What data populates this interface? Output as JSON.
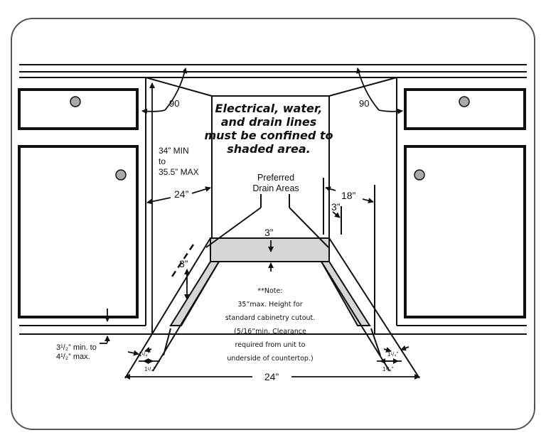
{
  "diagram": {
    "title_lines": [
      "Electrical, water,",
      "and drain lines",
      "must be confined to",
      "shaded area."
    ],
    "drain_label_lines": [
      "Preferred",
      "Drain Areas"
    ],
    "angle_left": "90",
    "angle_right": "90",
    "height_lines": [
      "34” MIN",
      "to",
      "35.5” MAX"
    ],
    "width_left": "24”",
    "width_right": "18”",
    "offset_right_small": "3”",
    "shaded_depth": "3”",
    "side_depth": "3”",
    "toe_kick_lines": [
      "3¹/₂” min. to",
      "4¹/₂” max."
    ],
    "note_lines": [
      "**Note:",
      "35”max. Height for",
      "standard cabinetry cutout.",
      "(5/16”min. Clearance",
      "required from unit to",
      "underside of countertop.)"
    ],
    "quarter_left_upper": "1¹/₄”",
    "quarter_left_lower": "1¹/₄”",
    "quarter_right_upper": "1¹/₄”",
    "quarter_right_lower": "1¹/₄”",
    "bottom_width": "24”"
  },
  "colors": {
    "line": "#111111",
    "shade": "#d4d6d8",
    "knob": "#a7a9ac",
    "frame": "#555555"
  }
}
